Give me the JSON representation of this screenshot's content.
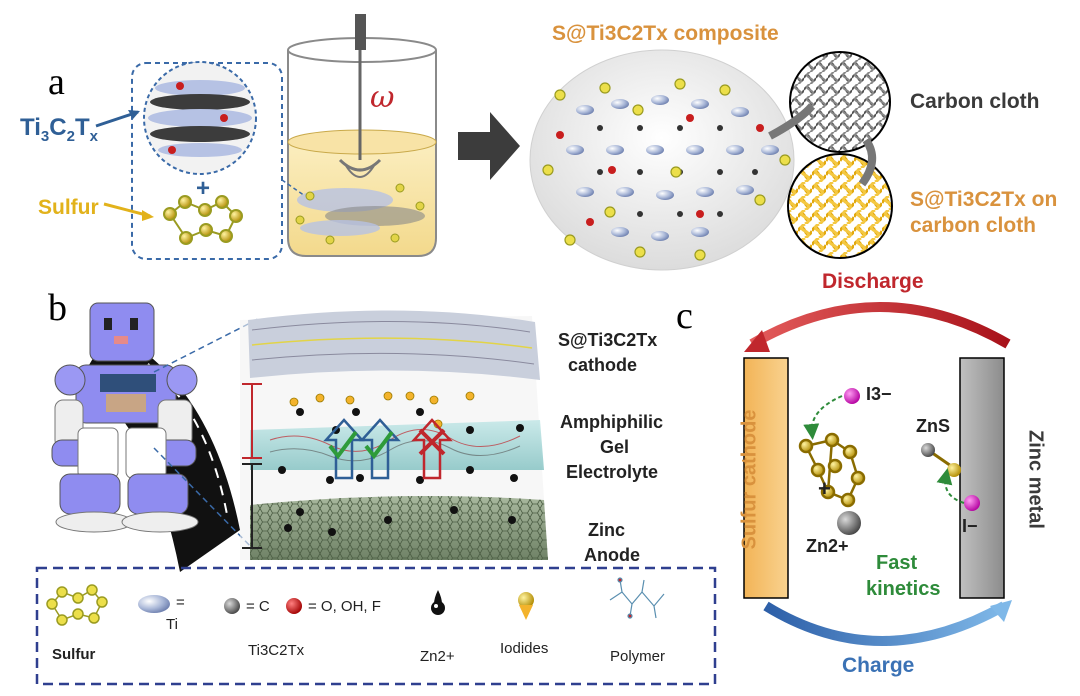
{
  "panels": {
    "a": {
      "letter": "a",
      "ti3c2tx_base": "Ti",
      "ti3c2tx_sub3": "3",
      "ti3c2tx_c": "C",
      "ti3c2tx_sub2": "2",
      "ti3c2tx_t": "T",
      "ti3c2tx_subx": "x",
      "sulfur_label": "Sulfur",
      "plus": "+",
      "omega": "ω",
      "composite_label": "S@Ti3C2Tx composite",
      "carbon_cloth_label": "Carbon cloth",
      "on_cc_line1": "S@Ti3C2Tx on",
      "on_cc_line2": "carbon cloth"
    },
    "b": {
      "letter": "b",
      "cathode_line1": "S@Ti3C2Tx",
      "cathode_line2": "cathode",
      "gel_line1": "Amphiphilic",
      "gel_line2": "Gel",
      "gel_line3": "Electrolyte",
      "anode_line1": "Zinc",
      "anode_line2": "Anode"
    },
    "c": {
      "letter": "c",
      "discharge": "Discharge",
      "charge": "Charge",
      "sulfur_cathode": "Sulfur cathode",
      "zinc_metal": "Zinc metal",
      "i3": "I3−",
      "zns": "ZnS",
      "plus": "+",
      "zn2": "Zn2+",
      "i_minus": "I−",
      "fast_kinetics_line1": "Fast",
      "fast_kinetics_line2": "kinetics"
    }
  },
  "legend": {
    "sulfur": "Sulfur",
    "ti_eq": "=",
    "ti": "Ti",
    "c_eq": "= C",
    "o_eq": "= O, OH, F",
    "ti3c2tx": "Ti3C2Tx",
    "zn2": "Zn2+",
    "iodides": "Iodides",
    "polymer": "Polymer"
  },
  "colors": {
    "accent_blue": "#2f5f96",
    "accent_orange": "#d9923d",
    "sulfur_yellow": "#d8c21a",
    "discharge_red": "#c0272d",
    "charge_blue": "#3b72b5",
    "fast_green": "#2e8b3a",
    "zinc_gray": "#a8a8a8",
    "cathode_orange": "#f5c06a"
  }
}
